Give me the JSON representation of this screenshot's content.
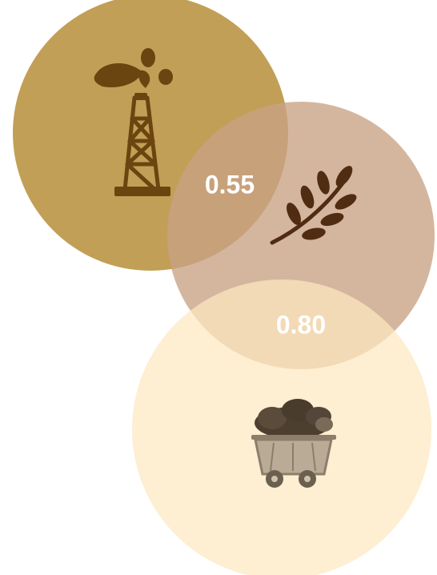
{
  "nodes": [
    {
      "id": "oil",
      "icon": "oil-derrick-icon",
      "color": "#b9923f"
    },
    {
      "id": "grain",
      "icon": "wheat-icon",
      "color": "#c8a284"
    },
    {
      "id": "coal",
      "icon": "coal-cart-icon",
      "color": "#fde8c1"
    }
  ],
  "links": [
    {
      "from": "oil",
      "to": "grain",
      "value": "0.55"
    },
    {
      "from": "grain",
      "to": "coal",
      "value": "0.80"
    }
  ],
  "colors": {
    "oil_icon": "#6b4510",
    "grain_icon": "#4f2c12",
    "coal_lump": "#4d3f30",
    "cart_body": "#b9ab96",
    "label": "#ffffff"
  }
}
